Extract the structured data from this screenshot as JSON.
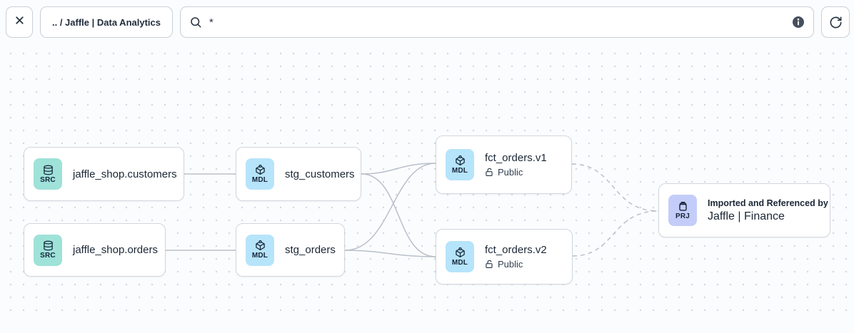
{
  "toolbar": {
    "breadcrumb": ".. / Jaffle | Data Analytics",
    "search_value": "*"
  },
  "canvas": {
    "nodes": [
      {
        "badge": "SRC",
        "label": "jaffle_shop.customers"
      },
      {
        "badge": "SRC",
        "label": "jaffle_shop.orders"
      },
      {
        "badge": "MDL",
        "label": "stg_customers"
      },
      {
        "badge": "MDL",
        "label": "stg_orders"
      },
      {
        "badge": "MDL",
        "label": "fct_orders.v1",
        "access": "Public"
      },
      {
        "badge": "MDL",
        "label": "fct_orders.v2",
        "access": "Public"
      },
      {
        "badge": "PRJ",
        "subtitle": "Imported and Referenced by",
        "label": "Jaffle | Finance"
      }
    ],
    "edges": [
      {
        "from": "jaffle_shop.customers",
        "to": "stg_customers",
        "style": "solid"
      },
      {
        "from": "jaffle_shop.orders",
        "to": "stg_orders",
        "style": "solid"
      },
      {
        "from": "stg_customers",
        "to": "fct_orders.v1",
        "style": "solid"
      },
      {
        "from": "stg_customers",
        "to": "fct_orders.v2",
        "style": "solid"
      },
      {
        "from": "stg_orders",
        "to": "fct_orders.v1",
        "style": "solid"
      },
      {
        "from": "stg_orders",
        "to": "fct_orders.v2",
        "style": "solid"
      },
      {
        "from": "fct_orders.v1",
        "to": "Jaffle | Finance",
        "style": "dashed"
      },
      {
        "from": "fct_orders.v2",
        "to": "Jaffle | Finance",
        "style": "dashed"
      }
    ]
  },
  "colors": {
    "src_badge": "#9ee2d8",
    "mdl_badge": "#b6e4fa",
    "prj_badge": "#c4cdf9",
    "edge": "#b9c0ca",
    "node_border": "#d2d7de",
    "text": "#1b2736",
    "canvas_dot": "#d3d7de"
  }
}
